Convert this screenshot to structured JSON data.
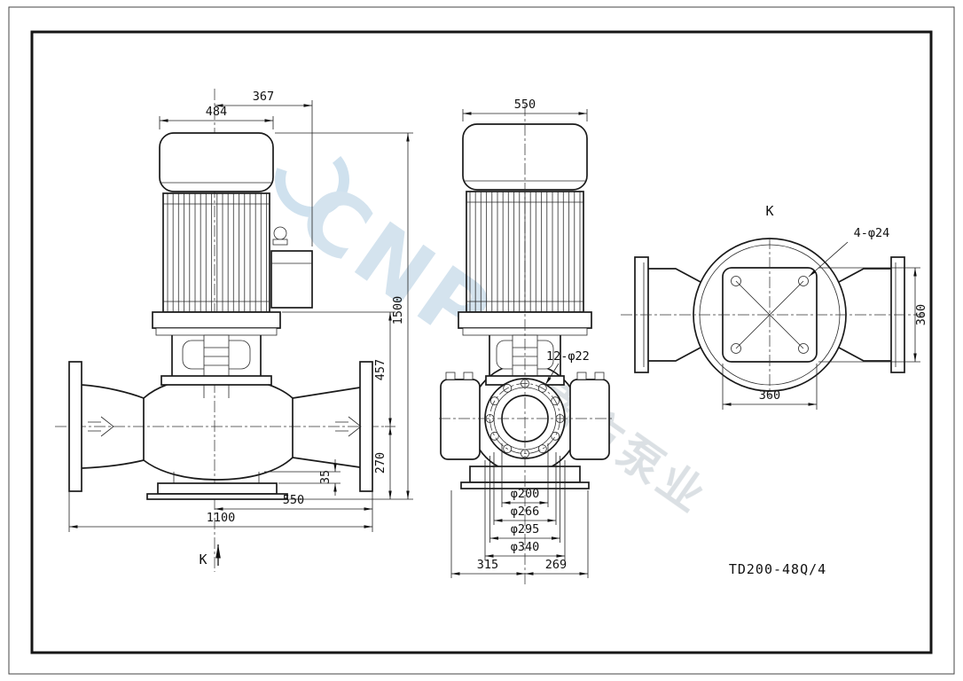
{
  "sheet": {
    "model_label": "TD200-48Q/4",
    "watermark": {
      "logo_text": "CNP",
      "cn_text": "南方泵业"
    }
  },
  "front_view": {
    "dim_367": "367",
    "dim_484": "484",
    "dim_1500": "1500",
    "dim_457": "457",
    "dim_270": "270",
    "dim_35": "35",
    "dim_550": "550",
    "dim_1100": "1100",
    "view_arrow_label": "K"
  },
  "side_view": {
    "dim_550": "550",
    "dim_bolt_holes": "12-φ22",
    "dim_d200": "φ200",
    "dim_d266": "φ266",
    "dim_d295": "φ295",
    "dim_d340": "φ340",
    "dim_315": "315",
    "dim_269": "269"
  },
  "k_view": {
    "view_label": "K",
    "dim_bolt_holes": "4-φ24",
    "dim_360_v": "360",
    "dim_360_h": "360"
  }
}
